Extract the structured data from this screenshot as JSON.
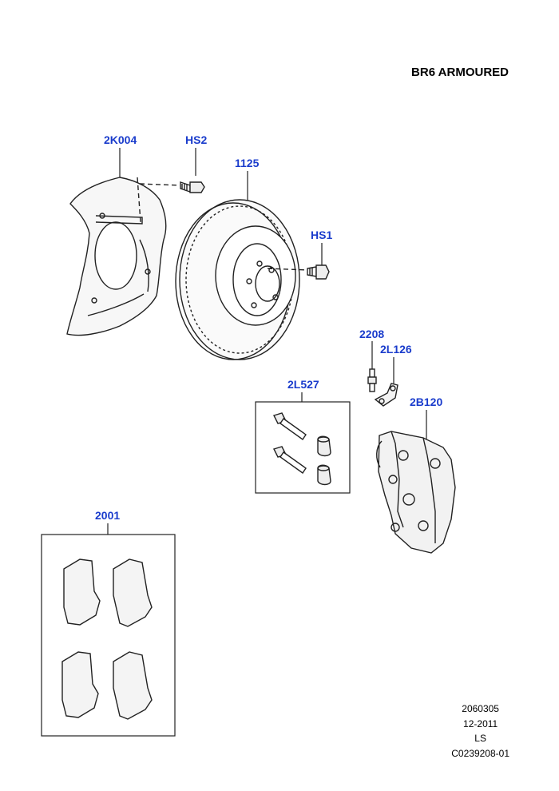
{
  "header": {
    "title": "BR6 ARMOURED"
  },
  "callouts": {
    "dust_shield": "2K004",
    "bolt_hs2": "HS2",
    "disc": "1125",
    "bolt_hs1": "HS1",
    "bleed_screw": "2208",
    "bracket": "2L126",
    "pin_kit": "2L527",
    "caliper": "2B120",
    "pad_set": "2001"
  },
  "footer": {
    "line1": "2060305",
    "line2": "12-2011",
    "line3": "LS",
    "line4": "C0239208-01"
  },
  "colors": {
    "callout": "#1a3ccc",
    "line": "#222222"
  }
}
